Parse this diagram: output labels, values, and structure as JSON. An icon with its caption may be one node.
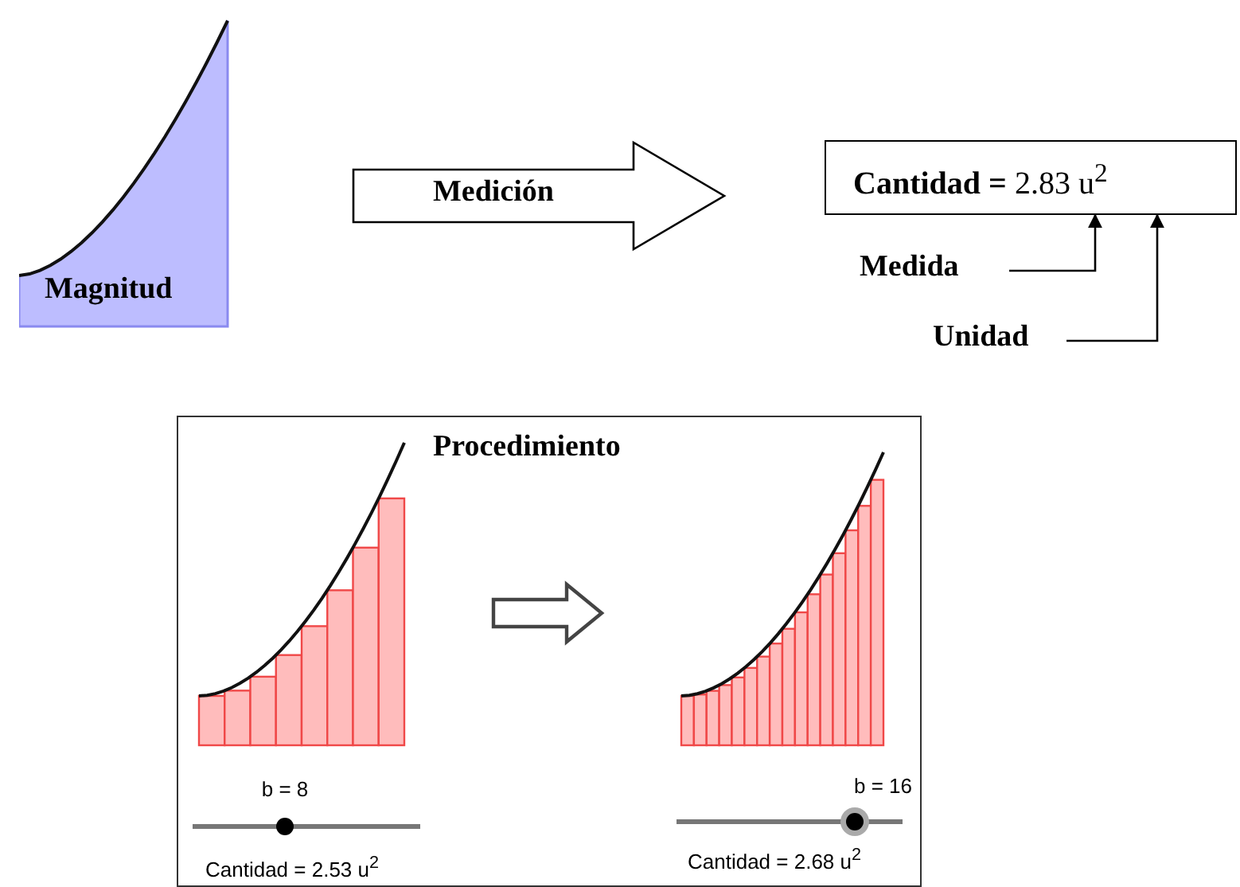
{
  "diagram": {
    "nodes": [
      {
        "text": [
          "Magnitud"
        ]
      },
      {
        "text": [
          "**Cantidad =** 2.83 u$^{2}$"
        ]
      },
      {
        "text": [
          "Medida"
        ]
      },
      {
        "text": [
          "Unidad"
        ]
      },
      {
        "text": [
          "Procedimiento"
        ]
      },
      {
        "text": [],
        "shape": "picture",
        "in": 4,
        "beside": [
          "b = 8",
          "Cantidad = 2.53 u$^{2}$"
        ]
      },
      {
        "text": [],
        "shape": "picture",
        "in": 4,
        "beside": [
          "b = 16",
          "Cantidad = 2.68 u$^{2}$"
        ]
      }
    ],
    "edges": [
      {
        "from": 0,
        "to": 1,
        "arrow": "to",
        "label": "Medición"
      },
      {
        "from": 2,
        "to": 1,
        "arrow": "to"
      },
      {
        "from": 3,
        "to": 1,
        "arrow": "to"
      },
      {
        "from": 5,
        "to": 6,
        "arrow": "to"
      }
    ]
  }
}
